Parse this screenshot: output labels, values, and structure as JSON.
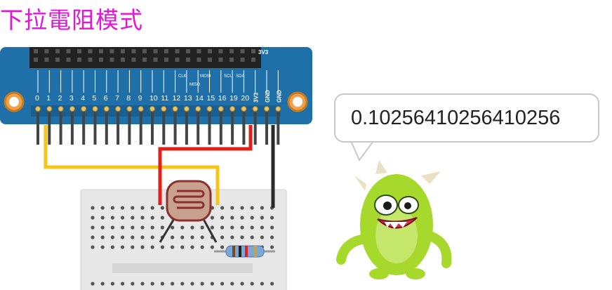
{
  "heading": "下拉電阻模式",
  "sensor_value": "0.10256410256410256",
  "board": {
    "pin_labels": [
      "0",
      "1",
      "2",
      "3",
      "4",
      "5",
      "6",
      "7",
      "8",
      "9",
      "10",
      "11",
      "12",
      "13",
      "14",
      "15",
      "16",
      "19",
      "20",
      "3V3",
      "GND",
      "GND"
    ],
    "top_label": "3V3",
    "bus_labels": [
      "CLK",
      "MISO",
      "MOSI",
      "SCL",
      "SDA"
    ]
  },
  "colors": {
    "heading": "#e415d8",
    "board": "#1f6fa8",
    "wire_red": "#e0201a",
    "wire_yellow": "#f5c518",
    "wire_black": "#2a2a2a",
    "monster": "#a6d92c"
  }
}
